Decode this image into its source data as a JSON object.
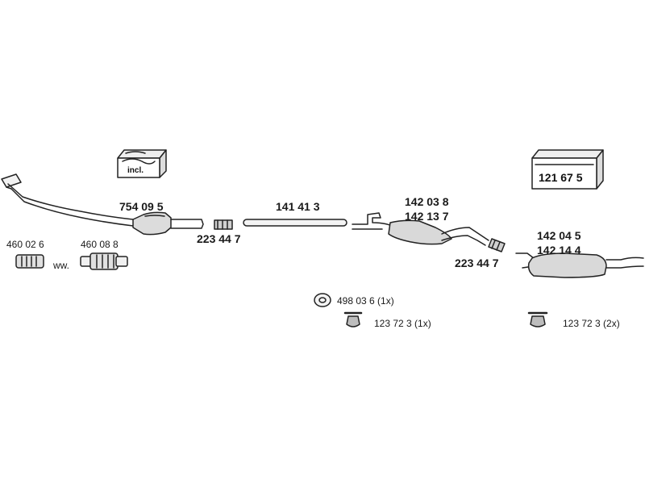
{
  "parts": {
    "catalyst": "754 09 5",
    "clamp_1": "223 44 7",
    "middle_pipe": "141 41 3",
    "middle_silencer_a": "142 03 8",
    "middle_silencer_b": "142 13 7",
    "clamp_2": "223 44 7",
    "rear_silencer_a": "142 04 5",
    "rear_silencer_b": "142 14 4",
    "flex_a": "460 02 6",
    "flex_b": "460 08 8",
    "flex_sep": "ww.",
    "ring": "498 03 6 (1x)",
    "hanger_1": "123 72 3 (1x)",
    "hanger_2": "123 72 3 (2x)"
  },
  "kits": {
    "incl_label": "incl.",
    "mount_kit": "121 67 5"
  }
}
